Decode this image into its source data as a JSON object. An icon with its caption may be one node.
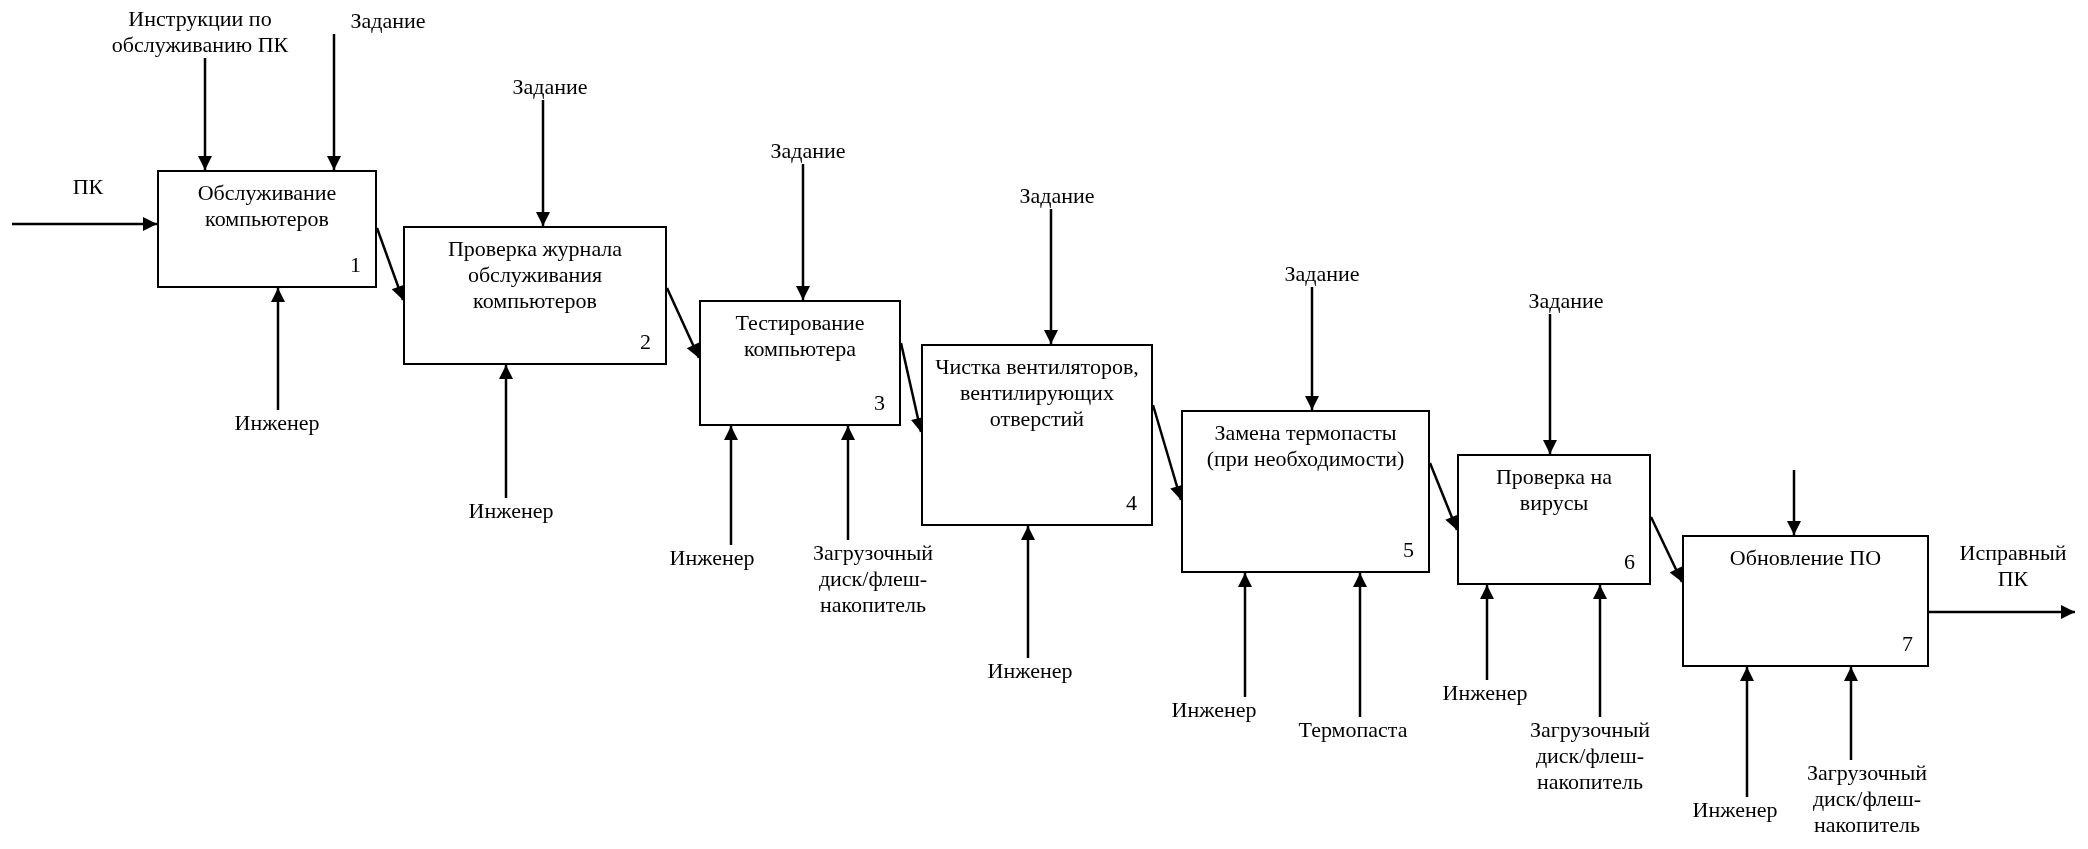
{
  "diagram": {
    "nodes": [
      {
        "text": [
          "Обслуживание компьютеров",
          "1"
        ]
      },
      {
        "text": [
          "Инструкции по обслуживанию ПК"
        ]
      },
      {
        "text": [
          "Задание"
        ]
      },
      {
        "text": [
          "Инженер"
        ]
      },
      {
        "text": [
          "Проверка журнала обслуживания компьютеров",
          "2"
        ]
      },
      {
        "text": [
          "Задание"
        ]
      },
      {
        "text": [
          "Инженер"
        ]
      },
      {
        "text": [
          "Тестирование компьютера",
          "3"
        ]
      },
      {
        "text": [
          "Задание"
        ]
      },
      {
        "text": [
          "Инженер"
        ]
      },
      {
        "text": [
          "Загрузочный диск/флеш-накопитель"
        ]
      },
      {
        "text": [
          "Чистка вентиляторов, вентилирующих отверстий",
          "4"
        ]
      },
      {
        "text": [
          "Задание"
        ]
      },
      {
        "text": [
          "Инженер"
        ]
      },
      {
        "text": [
          "Замена термопасты (при необходимости)",
          "5"
        ]
      },
      {
        "text": [
          "Задание"
        ]
      },
      {
        "text": [
          "Инженер"
        ]
      },
      {
        "text": [
          "Термопаста"
        ]
      },
      {
        "text": [
          "Проверка на вирусы",
          "6"
        ]
      },
      {
        "text": [
          "Задание"
        ]
      },
      {
        "text": [
          "Инженер"
        ]
      },
      {
        "text": [
          "Загрузочный диск/флеш-накопитель"
        ]
      },
      {
        "text": [
          "Обновление ПО",
          "7"
        ]
      },
      {
        "text": [
          "Инженер"
        ]
      },
      {
        "text": [
          "Загрузочный диск/флеш-накопитель"
        ]
      }
    ],
    "edges": [
      {
        "from": null,
        "to": 0,
        "arrow": "to",
        "label": "ПК"
      },
      {
        "from": 1,
        "to": 0,
        "arrow": "to"
      },
      {
        "from": 2,
        "to": 0,
        "arrow": "to"
      },
      {
        "from": 3,
        "to": 0,
        "arrow": "to"
      },
      {
        "from": 0,
        "to": 4,
        "arrow": "to"
      },
      {
        "from": 5,
        "to": 4,
        "arrow": "to"
      },
      {
        "from": 6,
        "to": 4,
        "arrow": "to"
      },
      {
        "from": 4,
        "to": 7,
        "arrow": "to"
      },
      {
        "from": 8,
        "to": 7,
        "arrow": "to"
      },
      {
        "from": 9,
        "to": 7,
        "arrow": "to"
      },
      {
        "from": 10,
        "to": 7,
        "arrow": "to"
      },
      {
        "from": 7,
        "to": 11,
        "arrow": "to"
      },
      {
        "from": 12,
        "to": 11,
        "arrow": "to"
      },
      {
        "from": 13,
        "to": 11,
        "arrow": "to"
      },
      {
        "from": 11,
        "to": 14,
        "arrow": "to"
      },
      {
        "from": 15,
        "to": 14,
        "arrow": "to"
      },
      {
        "from": 16,
        "to": 14,
        "arrow": "to"
      },
      {
        "from": 17,
        "to": 14,
        "arrow": "to"
      },
      {
        "from": 14,
        "to": 18,
        "arrow": "to"
      },
      {
        "from": 19,
        "to": 18,
        "arrow": "to"
      },
      {
        "from": 20,
        "to": 18,
        "arrow": "to"
      },
      {
        "from": 21,
        "to": 18,
        "arrow": "to"
      },
      {
        "from": 18,
        "to": 22,
        "arrow": "to"
      },
      {
        "from": null,
        "to": 22,
        "arrow": "to"
      },
      {
        "from": 23,
        "to": 22,
        "arrow": "to"
      },
      {
        "from": 24,
        "to": 22,
        "arrow": "to"
      },
      {
        "from": 22,
        "to": null,
        "arrow": "to",
        "label": "Исправный ПК"
      }
    ]
  }
}
